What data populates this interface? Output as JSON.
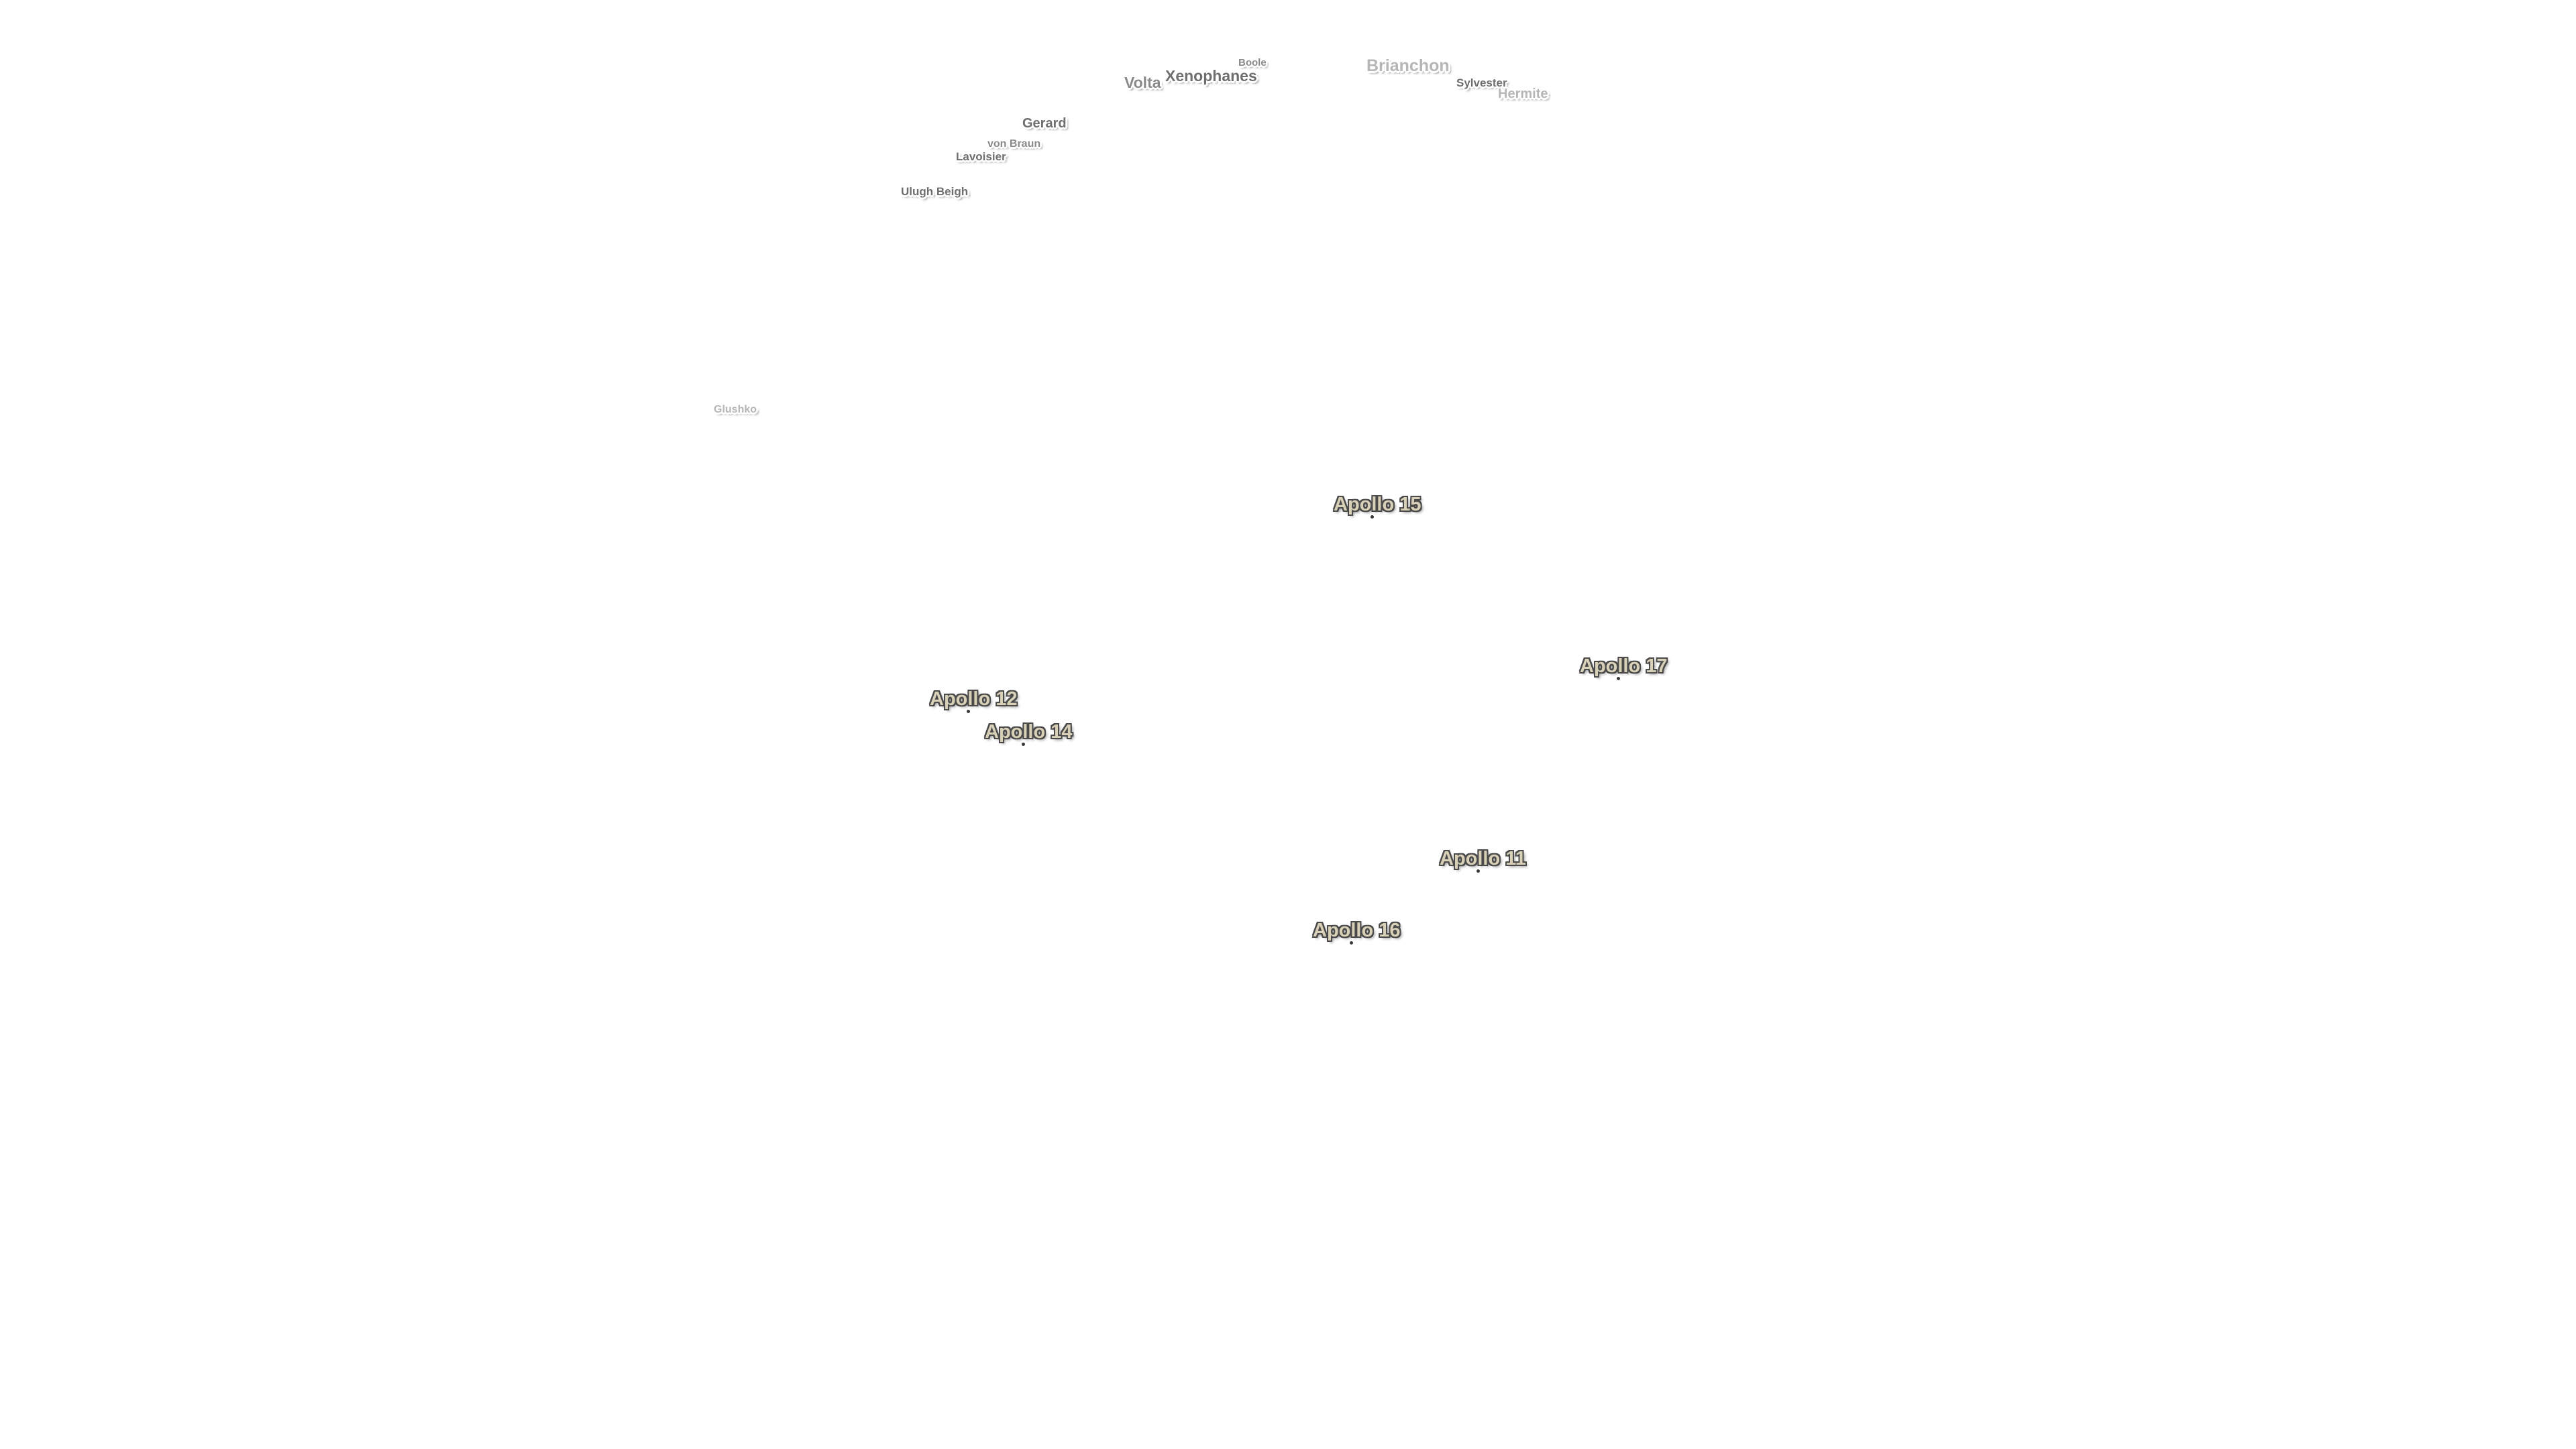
{
  "crater_labels": [
    {
      "id": "boole",
      "text": "Boole"
    },
    {
      "id": "brianchon",
      "text": "Brianchon"
    },
    {
      "id": "volta",
      "text": "Volta"
    },
    {
      "id": "xenophanes",
      "text": "Xenophanes"
    },
    {
      "id": "sylvester",
      "text": "Sylvester"
    },
    {
      "id": "hermite",
      "text": "Hermite"
    },
    {
      "id": "gerard",
      "text": "Gerard"
    },
    {
      "id": "von-braun",
      "text": "von Braun"
    },
    {
      "id": "lavoisier",
      "text": "Lavoisier"
    },
    {
      "id": "ulugh-beigh",
      "text": "Ulugh Beigh"
    },
    {
      "id": "glushko",
      "text": "Glushko"
    }
  ],
  "landing_sites": [
    {
      "id": "apollo-15",
      "text": "Apollo 15"
    },
    {
      "id": "apollo-17",
      "text": "Apollo 17"
    },
    {
      "id": "apollo-12",
      "text": "Apollo 12"
    },
    {
      "id": "apollo-14",
      "text": "Apollo 14"
    },
    {
      "id": "apollo-11",
      "text": "Apollo 11"
    },
    {
      "id": "apollo-16",
      "text": "Apollo 16"
    }
  ],
  "colors": {
    "background": "#ffffff",
    "crater_text": "#8a8a8a",
    "apollo_text": "#d9d0b8",
    "apollo_halo": "#4a4a4a"
  }
}
